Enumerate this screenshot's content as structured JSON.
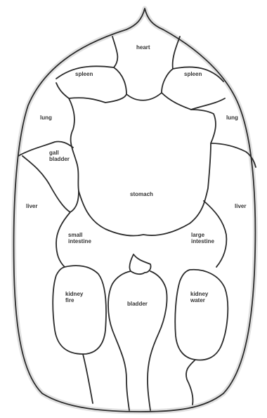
{
  "labels": {
    "heart": "heart",
    "spleen_left": "spleen",
    "spleen_right": "spleen",
    "lung_left": "lung",
    "lung_right": "lung",
    "gall_bladder": "gall\nbladder",
    "stomach": "stomach",
    "liver_left": "liver",
    "liver_right": "liver",
    "small_intestine": "small\nintestine",
    "large_intestine": "large\nintestine",
    "kidney_fire": "kidney\nfire",
    "bladder": "bladder",
    "kidney_water": "kidney\nwater"
  },
  "colors": {
    "line": "#2b2b2b",
    "shade": "#bdbdbd",
    "text": "#333333",
    "background": "#ffffff"
  }
}
